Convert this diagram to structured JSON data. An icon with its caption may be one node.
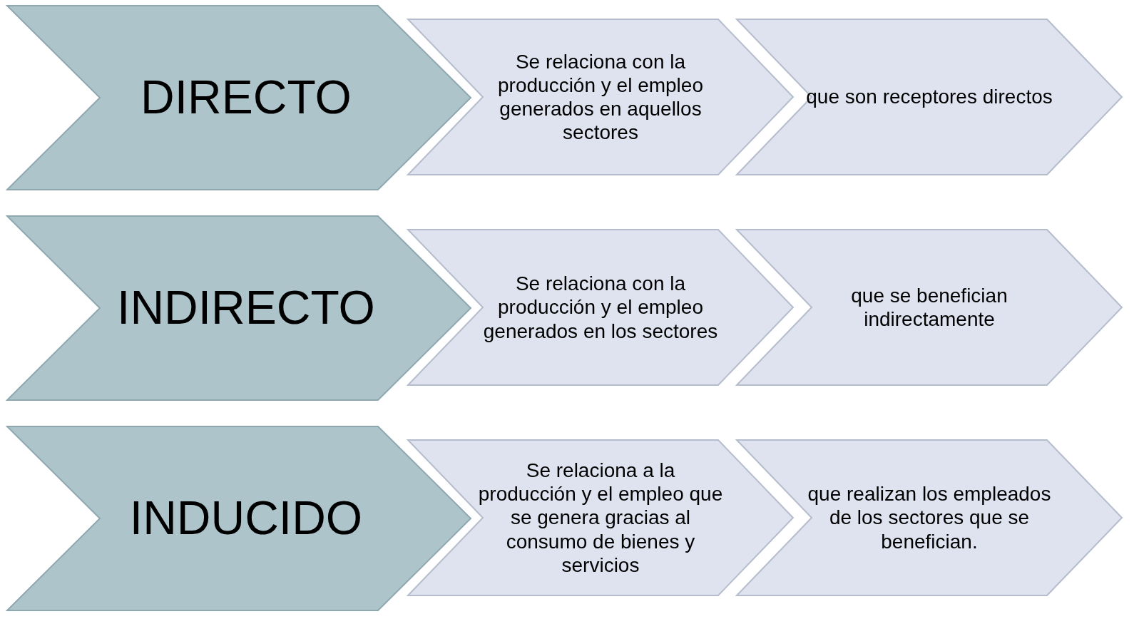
{
  "diagram": {
    "nodes": [
      {
        "text": [
          "DIRECTO"
        ]
      },
      {
        "text": [
          "Se relaciona con la producción y el empleo generados en aquellos sectores"
        ]
      },
      {
        "text": [
          "que son receptores directos"
        ]
      },
      {
        "text": [
          "INDIRECTO"
        ]
      },
      {
        "text": [
          "Se relaciona con la producción y el empleo generados en los sectores"
        ]
      },
      {
        "text": [
          "que se benefician indirectamente"
        ]
      },
      {
        "text": [
          "INDUCIDO"
        ]
      },
      {
        "text": [
          "Se relaciona a la producción y el empleo que se genera gracias al consumo de bienes y servicios"
        ]
      },
      {
        "text": [
          "que realizan los empleados de los sectores que se benefician."
        ]
      }
    ]
  }
}
